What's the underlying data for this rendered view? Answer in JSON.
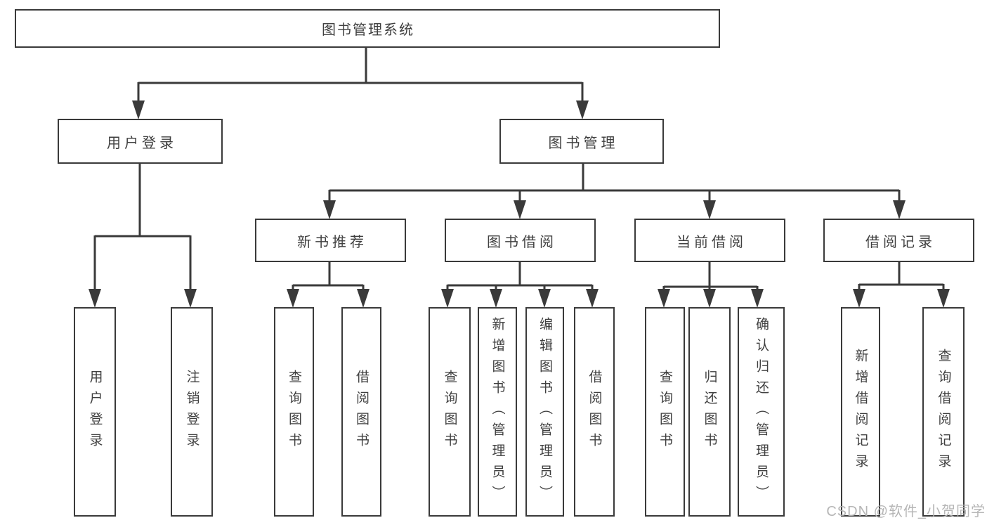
{
  "nodes": {
    "root": {
      "label": "图书管理系统"
    },
    "user_login": {
      "label": "用户登录"
    },
    "book_mgmt": {
      "label": "图书管理"
    },
    "new_book_rec": {
      "label": "新书推荐"
    },
    "book_borrow": {
      "label": "图书借阅"
    },
    "current_borrow": {
      "label": "当前借阅"
    },
    "borrow_record": {
      "label": "借阅记录"
    },
    "leaf_user_login": {
      "label": "用户登录"
    },
    "leaf_logout": {
      "label": "注销登录"
    },
    "leaf_query_book_1": {
      "label": "查询图书"
    },
    "leaf_borrow_book_1": {
      "label": "借阅图书"
    },
    "leaf_query_book_2": {
      "label": "查询图书"
    },
    "leaf_add_book": {
      "label": "新增图书（管理员）"
    },
    "leaf_edit_book": {
      "label": "编辑图书（管理员）"
    },
    "leaf_borrow_book_2": {
      "label": "借阅图书"
    },
    "leaf_query_book_3": {
      "label": "查询图书"
    },
    "leaf_return_book": {
      "label": "归还图书"
    },
    "leaf_confirm_return": {
      "label": "确认归还（管理员）"
    },
    "leaf_add_record": {
      "label": "新增借阅记录"
    },
    "leaf_query_record": {
      "label": "查询借阅记录"
    }
  },
  "edges": [
    [
      "root",
      "user_login"
    ],
    [
      "root",
      "book_mgmt"
    ],
    [
      "user_login",
      "leaf_user_login"
    ],
    [
      "user_login",
      "leaf_logout"
    ],
    [
      "book_mgmt",
      "new_book_rec"
    ],
    [
      "book_mgmt",
      "book_borrow"
    ],
    [
      "book_mgmt",
      "current_borrow"
    ],
    [
      "book_mgmt",
      "borrow_record"
    ],
    [
      "new_book_rec",
      "leaf_query_book_1"
    ],
    [
      "new_book_rec",
      "leaf_borrow_book_1"
    ],
    [
      "book_borrow",
      "leaf_query_book_2"
    ],
    [
      "book_borrow",
      "leaf_add_book"
    ],
    [
      "book_borrow",
      "leaf_edit_book"
    ],
    [
      "book_borrow",
      "leaf_borrow_book_2"
    ],
    [
      "current_borrow",
      "leaf_query_book_3"
    ],
    [
      "current_borrow",
      "leaf_return_book"
    ],
    [
      "current_borrow",
      "leaf_confirm_return"
    ],
    [
      "borrow_record",
      "leaf_add_record"
    ],
    [
      "borrow_record",
      "leaf_query_record"
    ]
  ],
  "watermark": {
    "text": "CSDN @软件_小贺同学"
  },
  "colors": {
    "line": "#3a3a3a",
    "box_border": "#3a3a3a",
    "text": "#3f3f3f",
    "background": "#ffffff",
    "watermark": "#b2b2b2"
  }
}
